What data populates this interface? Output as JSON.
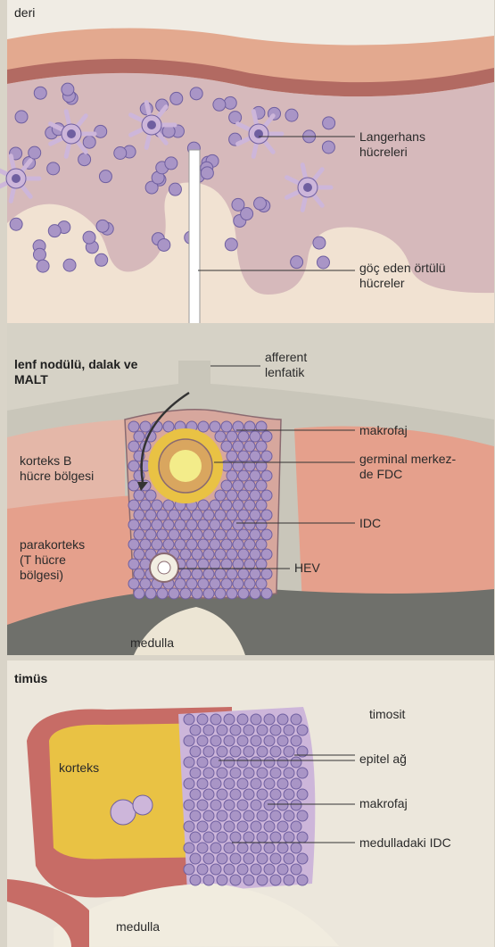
{
  "skin_panel": {
    "title": "deri",
    "labels": {
      "langerhans": "Langerhans\nhücreleri",
      "migrating": "göç eden örtülü\nhücreler"
    }
  },
  "lymph_panel": {
    "title": "lenf nodülü, dalak ve\nMALT",
    "labels": {
      "afferent": "afferent\nlenfatik",
      "macrophage": "makrofaj",
      "germinal": "germinal merkez-\nde FDC",
      "idc": "IDC",
      "hev": "HEV",
      "cortex_b": "korteks B\nhücre bölgesi",
      "paracortex": "parakorteks\n(T hücre\nbölgesi)",
      "medulla": "medulla"
    }
  },
  "thymus_panel": {
    "title": "timüs",
    "labels": {
      "thymocyte": "timosit",
      "epithelial": "epitel ağ",
      "macrophage": "makrofaj",
      "medullary_idc": "medulladaki IDC",
      "cortex": "korteks",
      "medulla": "medulla"
    }
  },
  "colors": {
    "background": "#d9d4c8",
    "epidermis": "#e3a98f",
    "dermis": "#f1e2d2",
    "cortex_pink": "#e5a08c",
    "capsule": "#c9c6ba",
    "dark_gray": "#6f706b",
    "cell": "#a995c6",
    "cell_core": "#6f5fa0",
    "dendritic": "#cdb6da",
    "yellow": "#e9c244",
    "thymus_red": "#c76c66"
  }
}
